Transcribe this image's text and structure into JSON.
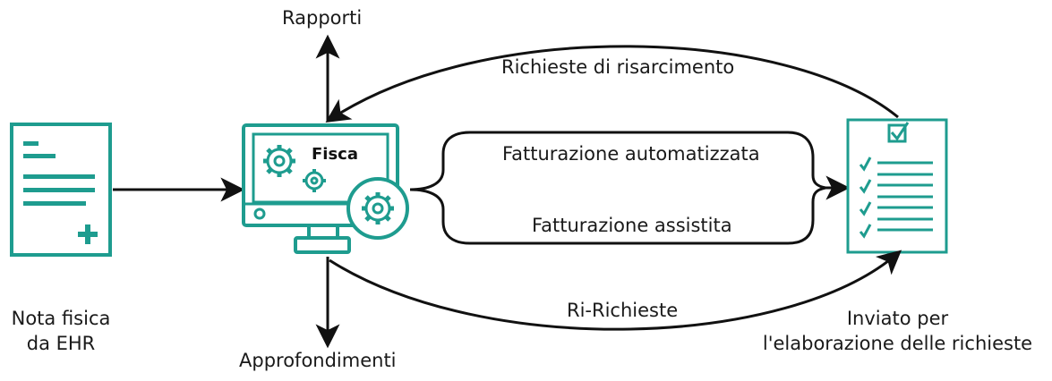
{
  "colors": {
    "accent": "#1e9c8f",
    "stroke": "#111111",
    "text": "#1a1a1a"
  },
  "nodes": {
    "note": {
      "line1": "Nota fisica",
      "line2": "da EHR",
      "icon": "medical-note-icon"
    },
    "monitor": {
      "title": "Fisca",
      "icon": "computer-gears-icon"
    },
    "claims_doc": {
      "line1": "Inviato per",
      "line2": "l'elaborazione delle richieste",
      "icon": "checklist-document-icon"
    }
  },
  "labels": {
    "reports": "Rapporti",
    "insights": "Approfondimenti",
    "claims_back": "Richieste di risarcimento",
    "auto_billing": "Fatturazione automatizzata",
    "assisted_billing": "Fatturazione assistita",
    "re_claims": "Ri-Richieste"
  }
}
